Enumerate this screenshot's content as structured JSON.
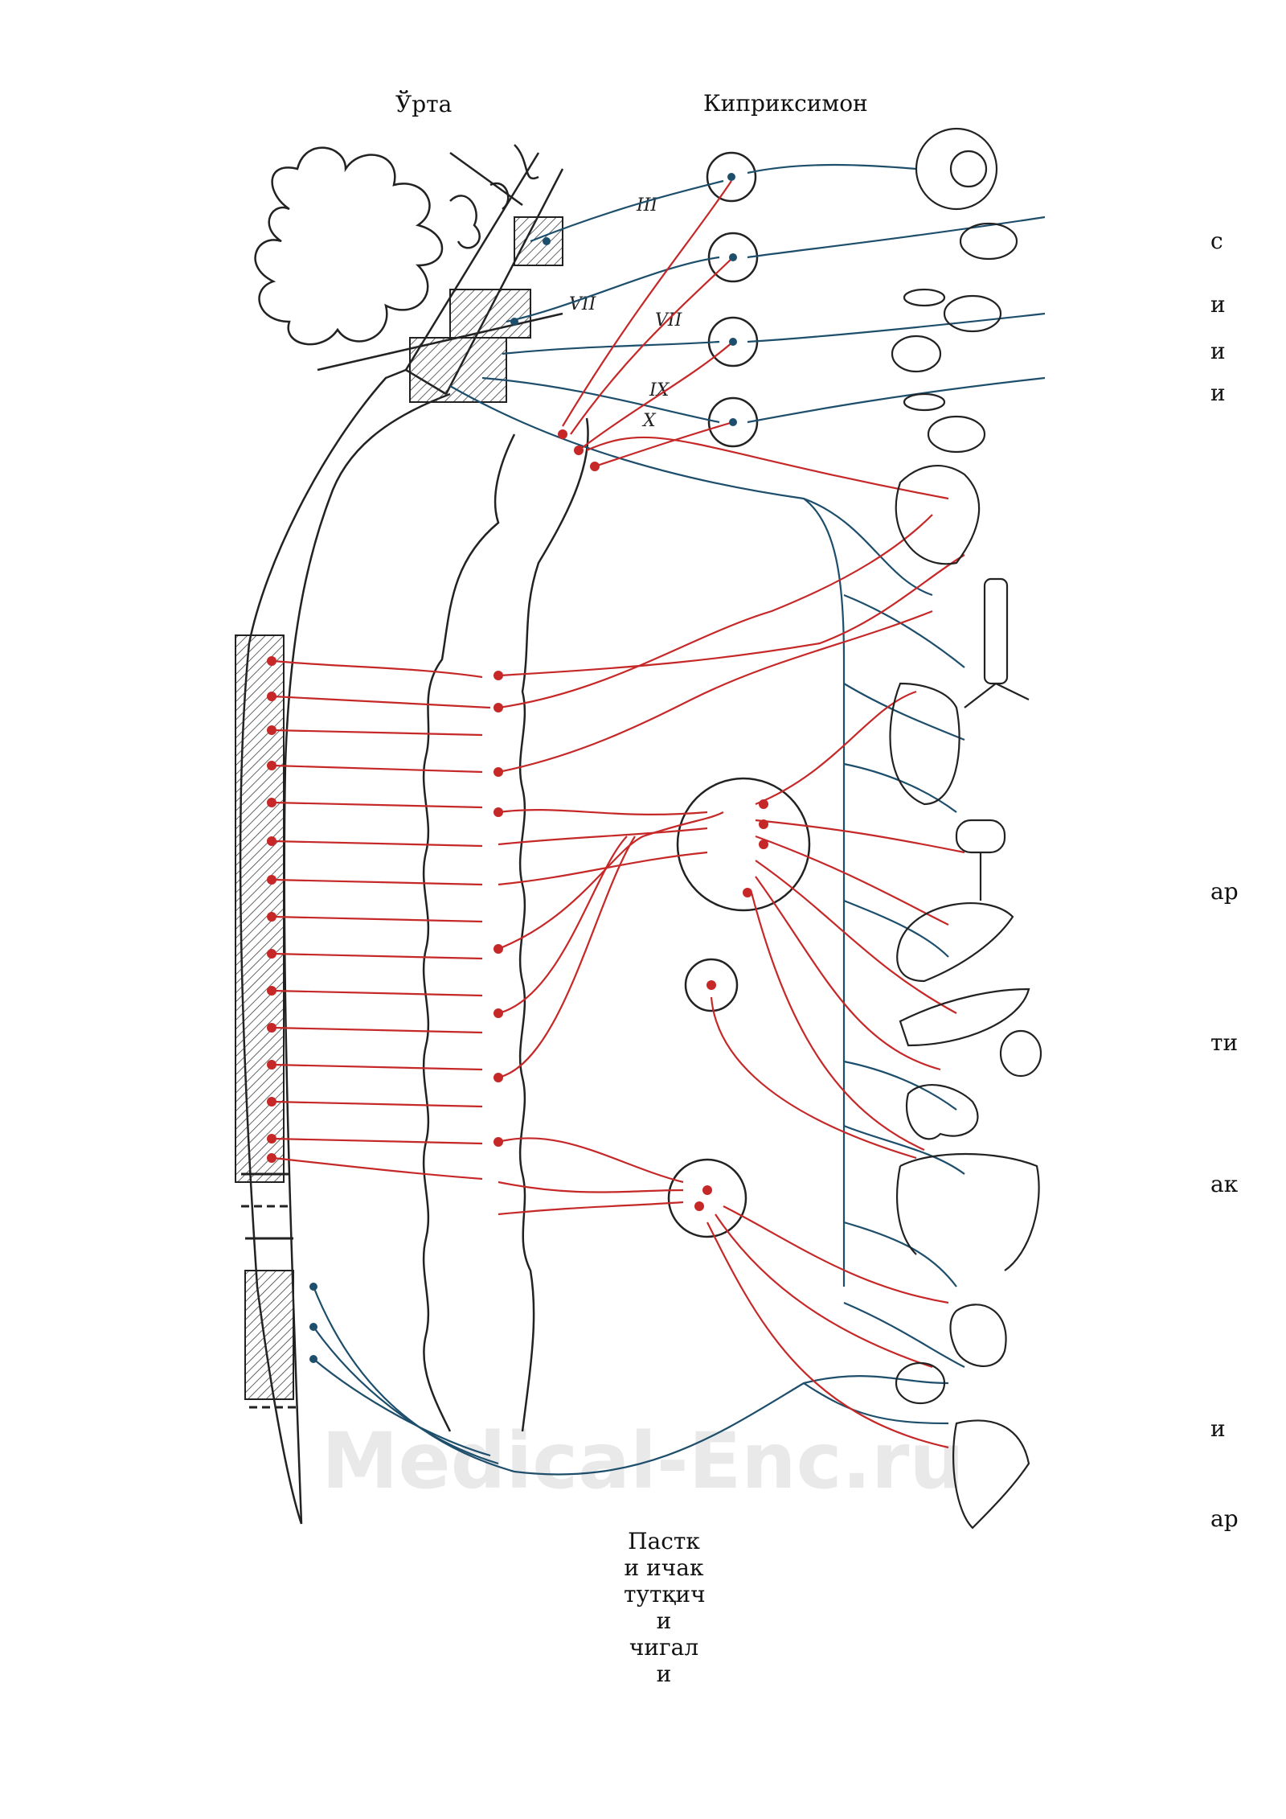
{
  "labels": {
    "top_left": "Ўрта",
    "top_right": "Киприксимон",
    "side": [
      "с",
      "и",
      "и",
      "и",
      "ар",
      "ти",
      "ак",
      "и",
      "ар"
    ],
    "bottom_caption": [
      "Пастк",
      "и ичак",
      "тутқич",
      "и",
      "чигал",
      "и"
    ]
  },
  "roman_numerals": [
    "III",
    "VII",
    "VII",
    "IX",
    "X"
  ],
  "watermark": "Medical-Enc.ru",
  "colors": {
    "sympathetic": "#c62828",
    "parasympathetic": "#1d4e6b",
    "outline": "#222222",
    "background": "#ffffff"
  }
}
